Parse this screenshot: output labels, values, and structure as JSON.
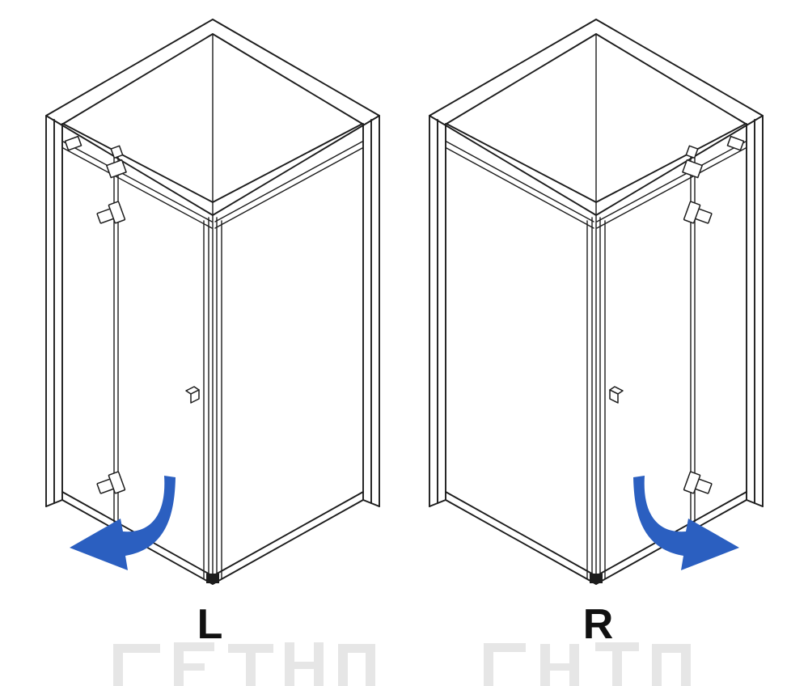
{
  "colors": {
    "line": "#1c1c1c",
    "arrow": "#2b5fc0",
    "watermark": "#e6e6e6",
    "label": "#111111"
  },
  "figures": [
    {
      "label": "L",
      "variant": "left",
      "arrow_direction": "left"
    },
    {
      "label": "R",
      "variant": "right",
      "arrow_direction": "right"
    }
  ]
}
